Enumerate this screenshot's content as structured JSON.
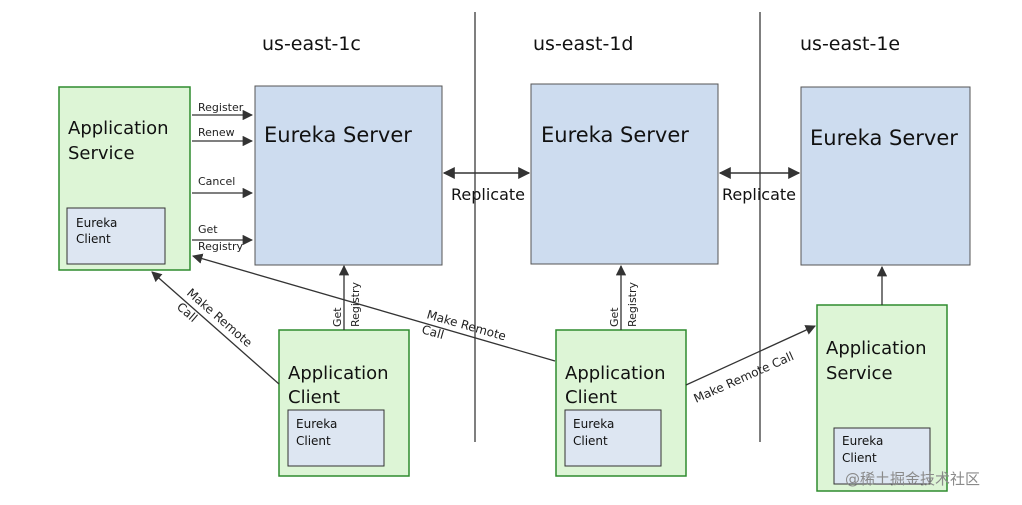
{
  "zones": {
    "c": "us-east-1c",
    "d": "us-east-1d",
    "e": "us-east-1e"
  },
  "servers": {
    "c": "Eureka Server",
    "d": "Eureka Server",
    "e": "Eureka Server"
  },
  "replicate": [
    "Replicate",
    "Replicate"
  ],
  "app_service_left": {
    "title1": "Application",
    "title2": "Service",
    "client1": "Eureka",
    "client2": "Client",
    "ops": {
      "register": "Register",
      "renew": "Renew",
      "cancel": "Cancel",
      "get": "Get",
      "registry": "Registry"
    }
  },
  "app_service_right": {
    "title1": "Application",
    "title2": "Service",
    "client1": "Eureka",
    "client2": "Client"
  },
  "app_client_c": {
    "title1": "Application",
    "title2": "Client",
    "client1": "Eureka",
    "client2": "Client",
    "get": "Get",
    "registry": "Registry"
  },
  "app_client_d": {
    "title1": "Application",
    "title2": "Client",
    "client1": "Eureka",
    "client2": "Client",
    "get": "Get",
    "registry": "Registry"
  },
  "calls": {
    "left_make": "Make Remote",
    "left_call": "Call",
    "mid_make": "Make Remote",
    "mid_call": "Call",
    "right": "Make Remote Call"
  },
  "watermark": "@稀土掘金技术社区",
  "colors": {
    "server_fill": "#cddcef",
    "app_fill": "#ddf5d6",
    "app_stroke": "#2e8b2e",
    "client_fill": "#dde6f2",
    "line": "#333333"
  }
}
